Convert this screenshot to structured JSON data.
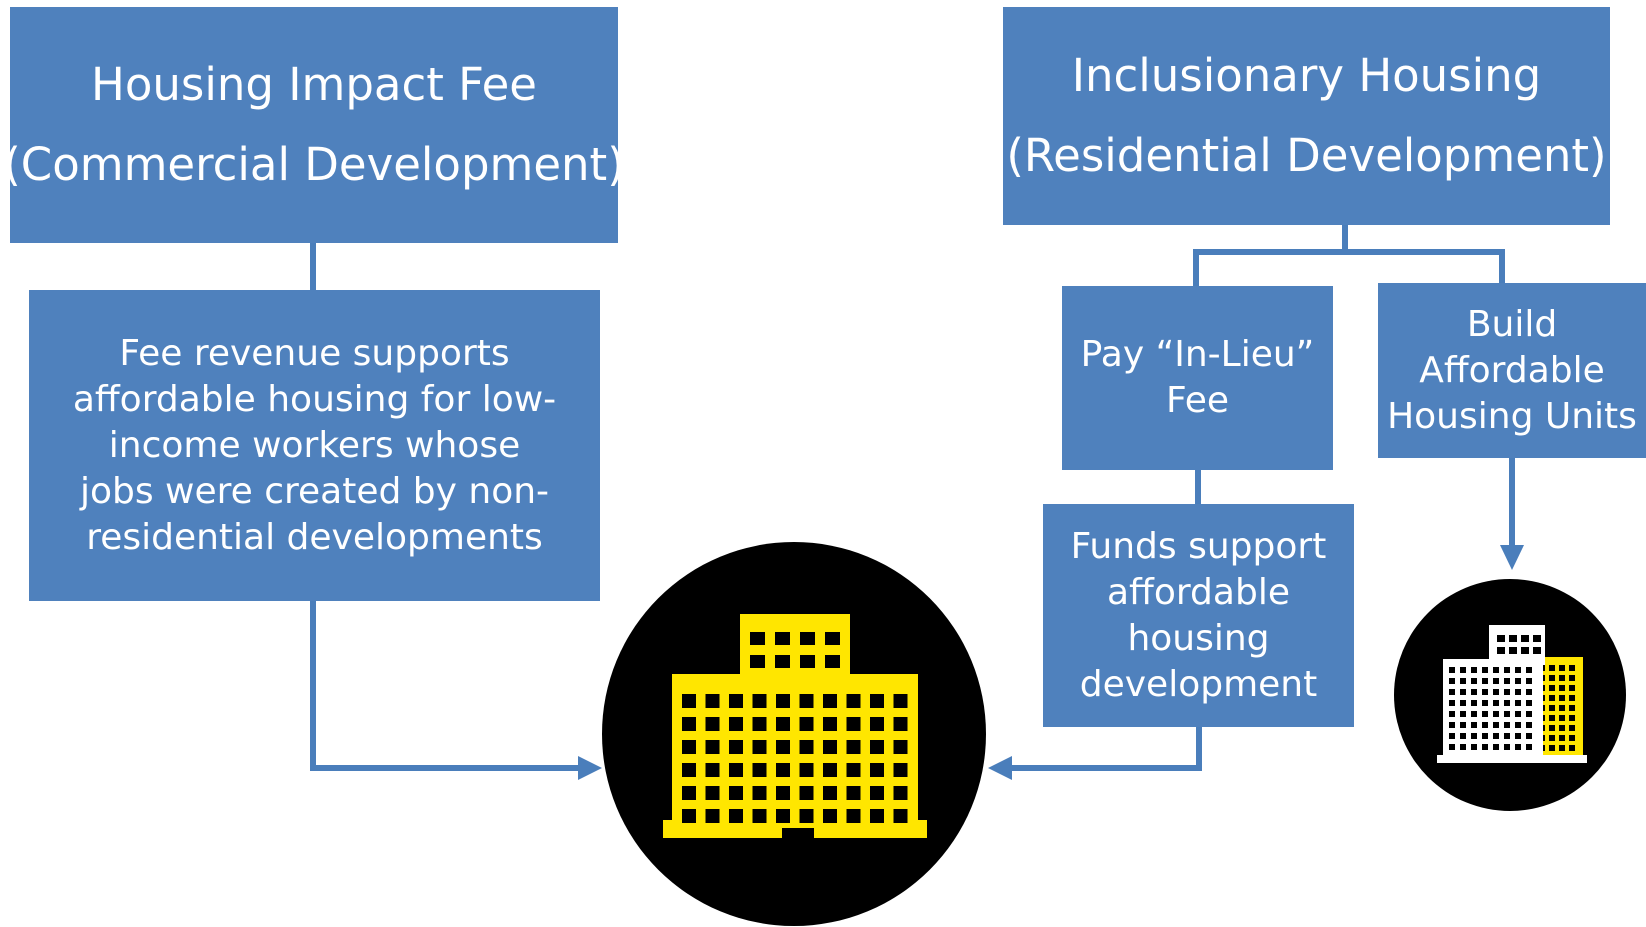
{
  "housing_impact_fee": {
    "line1": "Housing Impact Fee",
    "line2": "(Commercial Development)"
  },
  "inclusionary_housing": {
    "line1": "Inclusionary Housing",
    "line2": "(Residential Development)"
  },
  "fee_revenue": {
    "lines": [
      "Fee revenue supports",
      "affordable housing for low-",
      "income workers whose",
      "jobs were created by non-",
      "residential developments"
    ]
  },
  "in_lieu": {
    "lines": [
      "Pay “In-Lieu”",
      "Fee"
    ]
  },
  "build_units": {
    "lines": [
      "Build",
      "Affordable",
      "Housing Units"
    ]
  },
  "funds": {
    "lines": [
      "Funds support",
      "affordable",
      "housing",
      "development"
    ]
  },
  "colors": {
    "box_fill": "#4f81bd",
    "connector": "#4a7ebb",
    "circle": "#000000",
    "building_yellow": "#ffe600",
    "building_white": "#ffffff"
  },
  "icons": {
    "large": "apartment-building-icon",
    "small": "apartment-buildings-icon"
  }
}
